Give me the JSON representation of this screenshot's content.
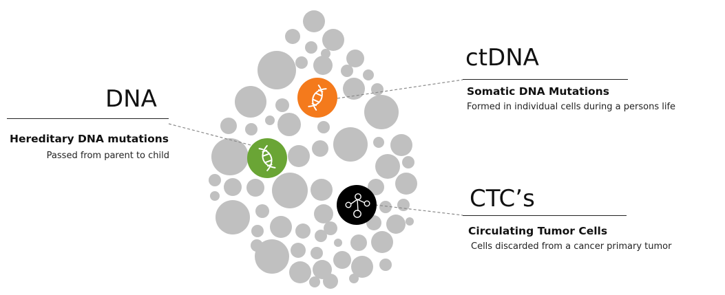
{
  "colors": {
    "cell_gray": "#c0c0c0",
    "dna_green": "#6aa535",
    "ctdna_orange": "#f47a1c",
    "ctc_black": "#000000",
    "text": "#111111",
    "leader": "#888888"
  },
  "callouts": {
    "dna": {
      "title": "DNA",
      "subtitle": "Hereditary DNA mutations",
      "description": "Passed from parent to child",
      "icon": "dna-helix-icon"
    },
    "ctdna": {
      "title": "ctDNA",
      "subtitle": "Somatic DNA Mutations",
      "description": "Formed  in individual cells during a persons life",
      "icon": "dna-helix-icon"
    },
    "ctc": {
      "title": "CTC’s",
      "subtitle": "Circulating  Tumor Cells",
      "description": "Cells discarded from a cancer primary tumor",
      "icon": "cell-cluster-icon"
    }
  }
}
